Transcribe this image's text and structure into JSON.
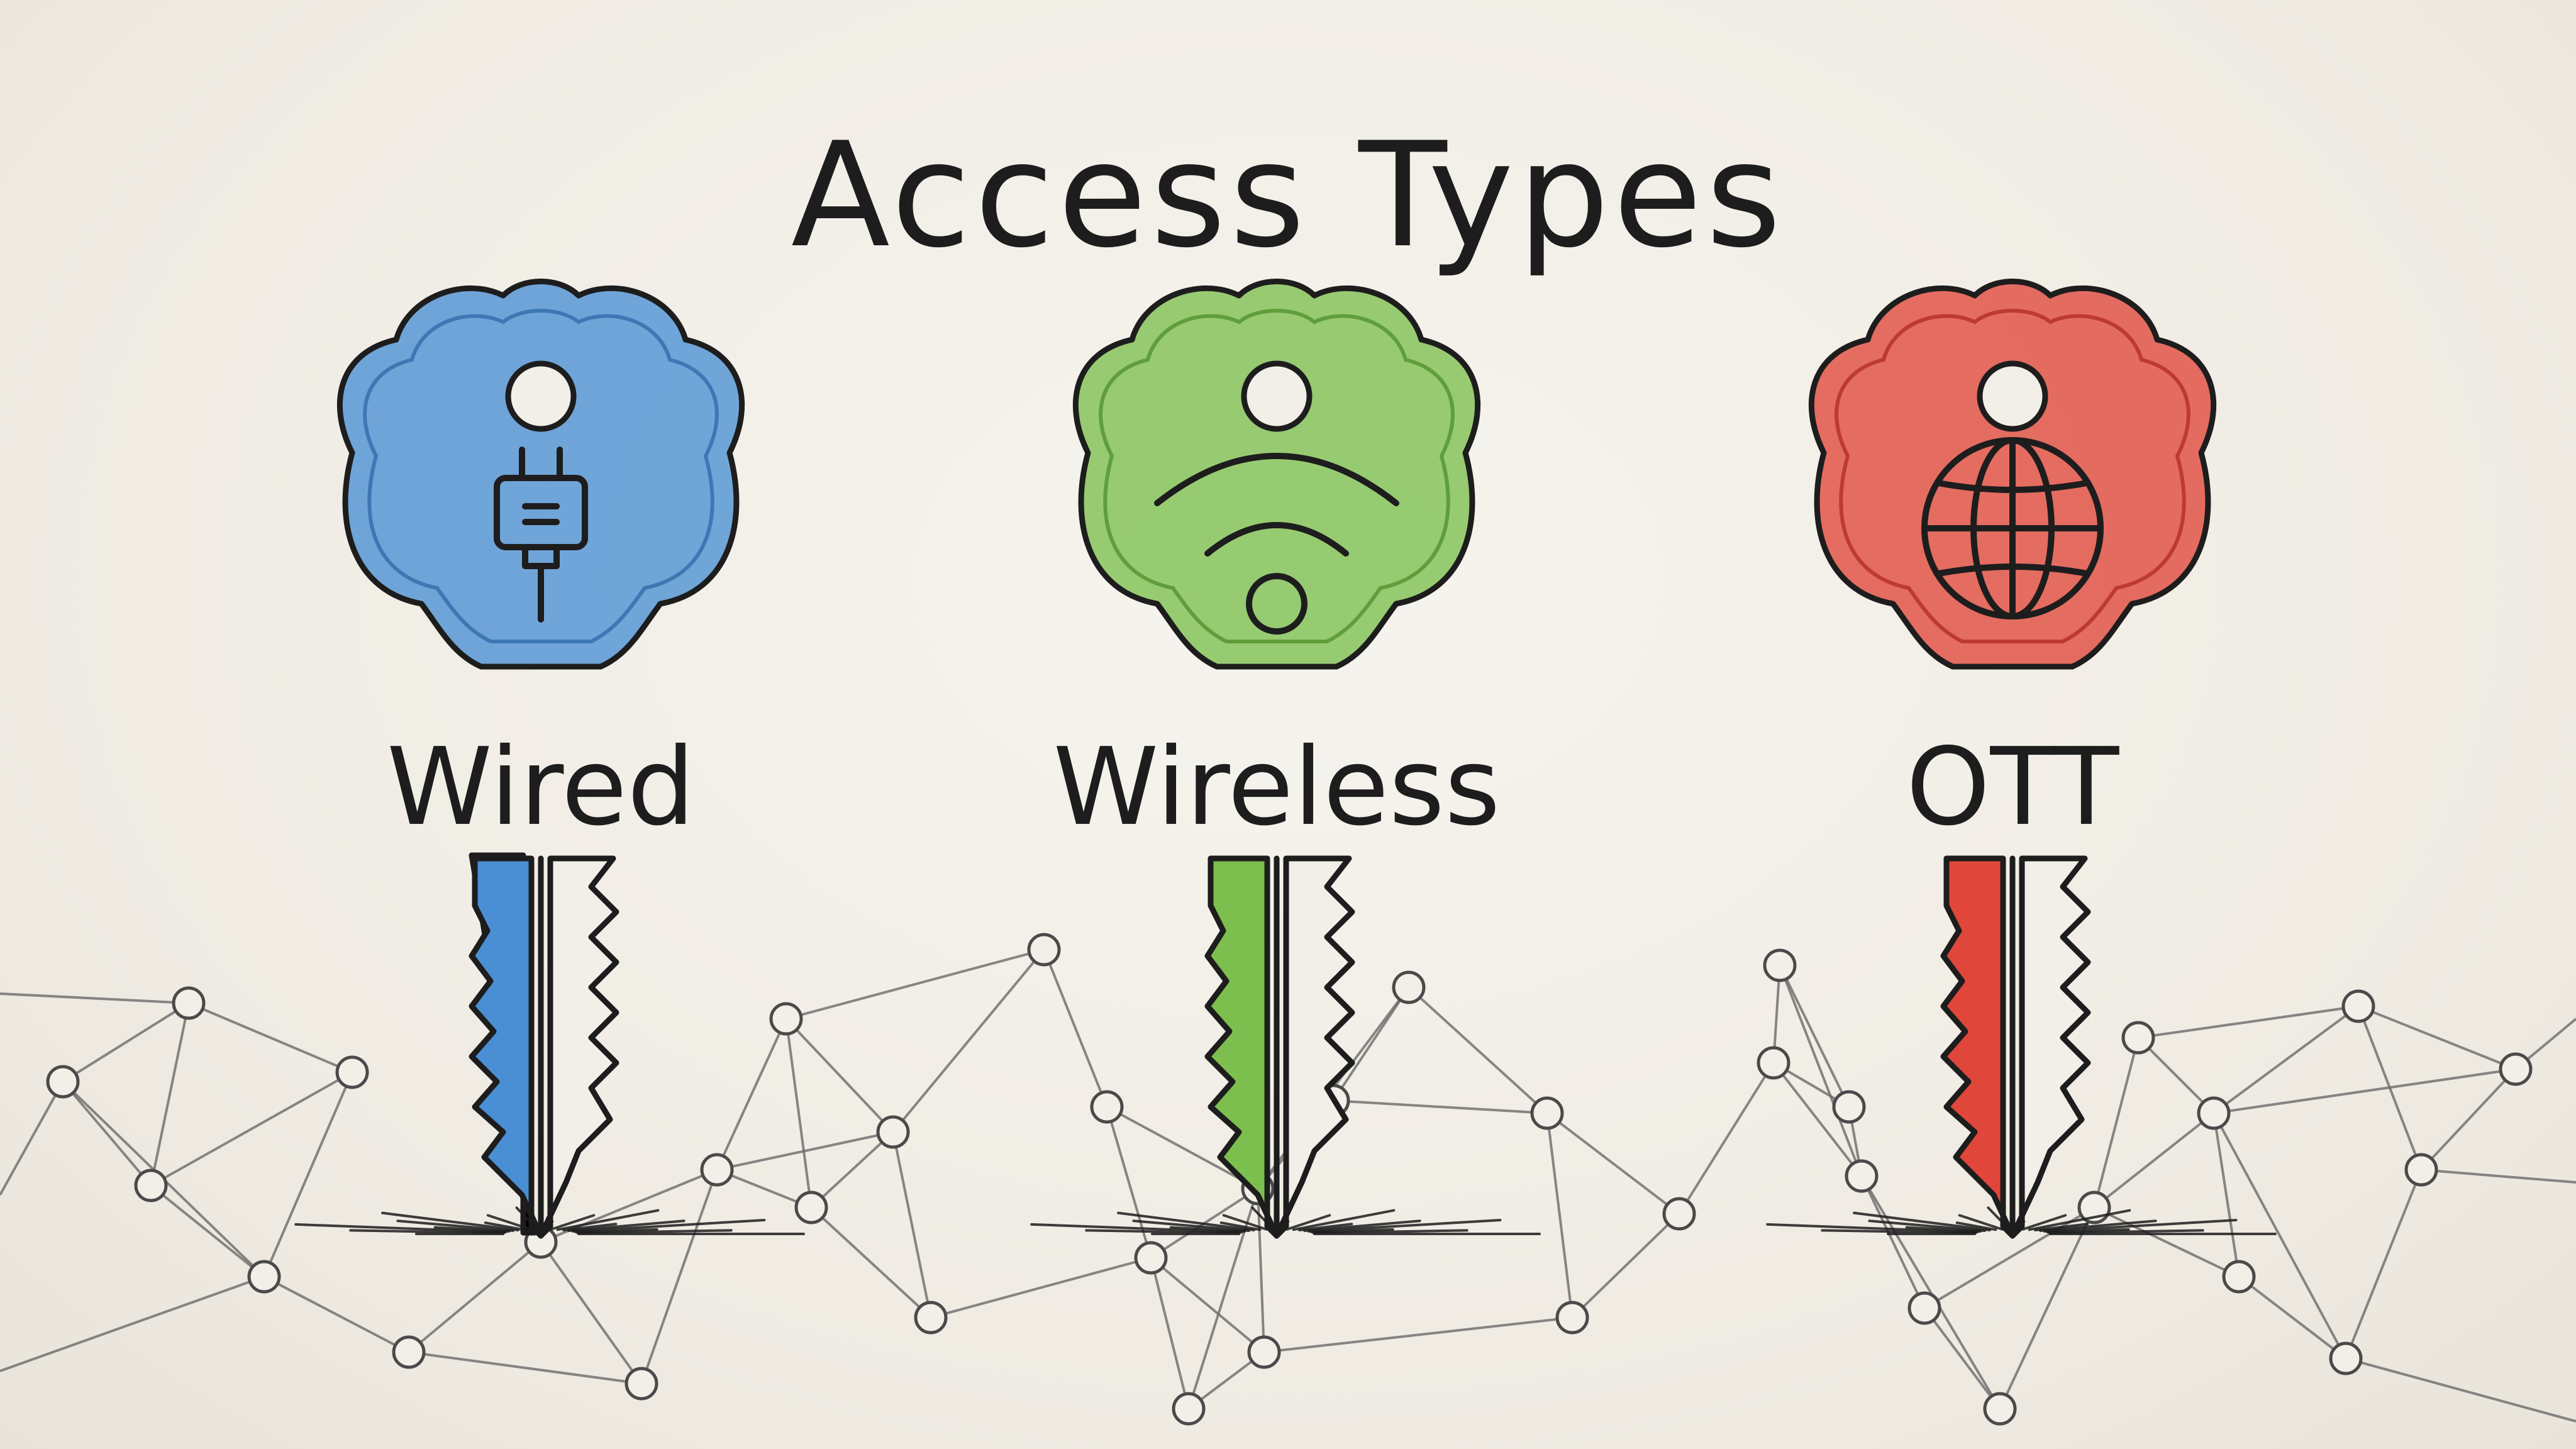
{
  "title": "Access Types",
  "keys": [
    {
      "label": "Wired",
      "icon": "plug-icon",
      "color": "#4a8fd4",
      "dark": "#2d6aa8"
    },
    {
      "label": "Wireless",
      "icon": "wifi-icon",
      "color": "#7cbf4e",
      "dark": "#4e8e2a"
    },
    {
      "label": "OTT",
      "icon": "globe-icon",
      "color": "#e0473a",
      "dark": "#b02a20"
    }
  ]
}
